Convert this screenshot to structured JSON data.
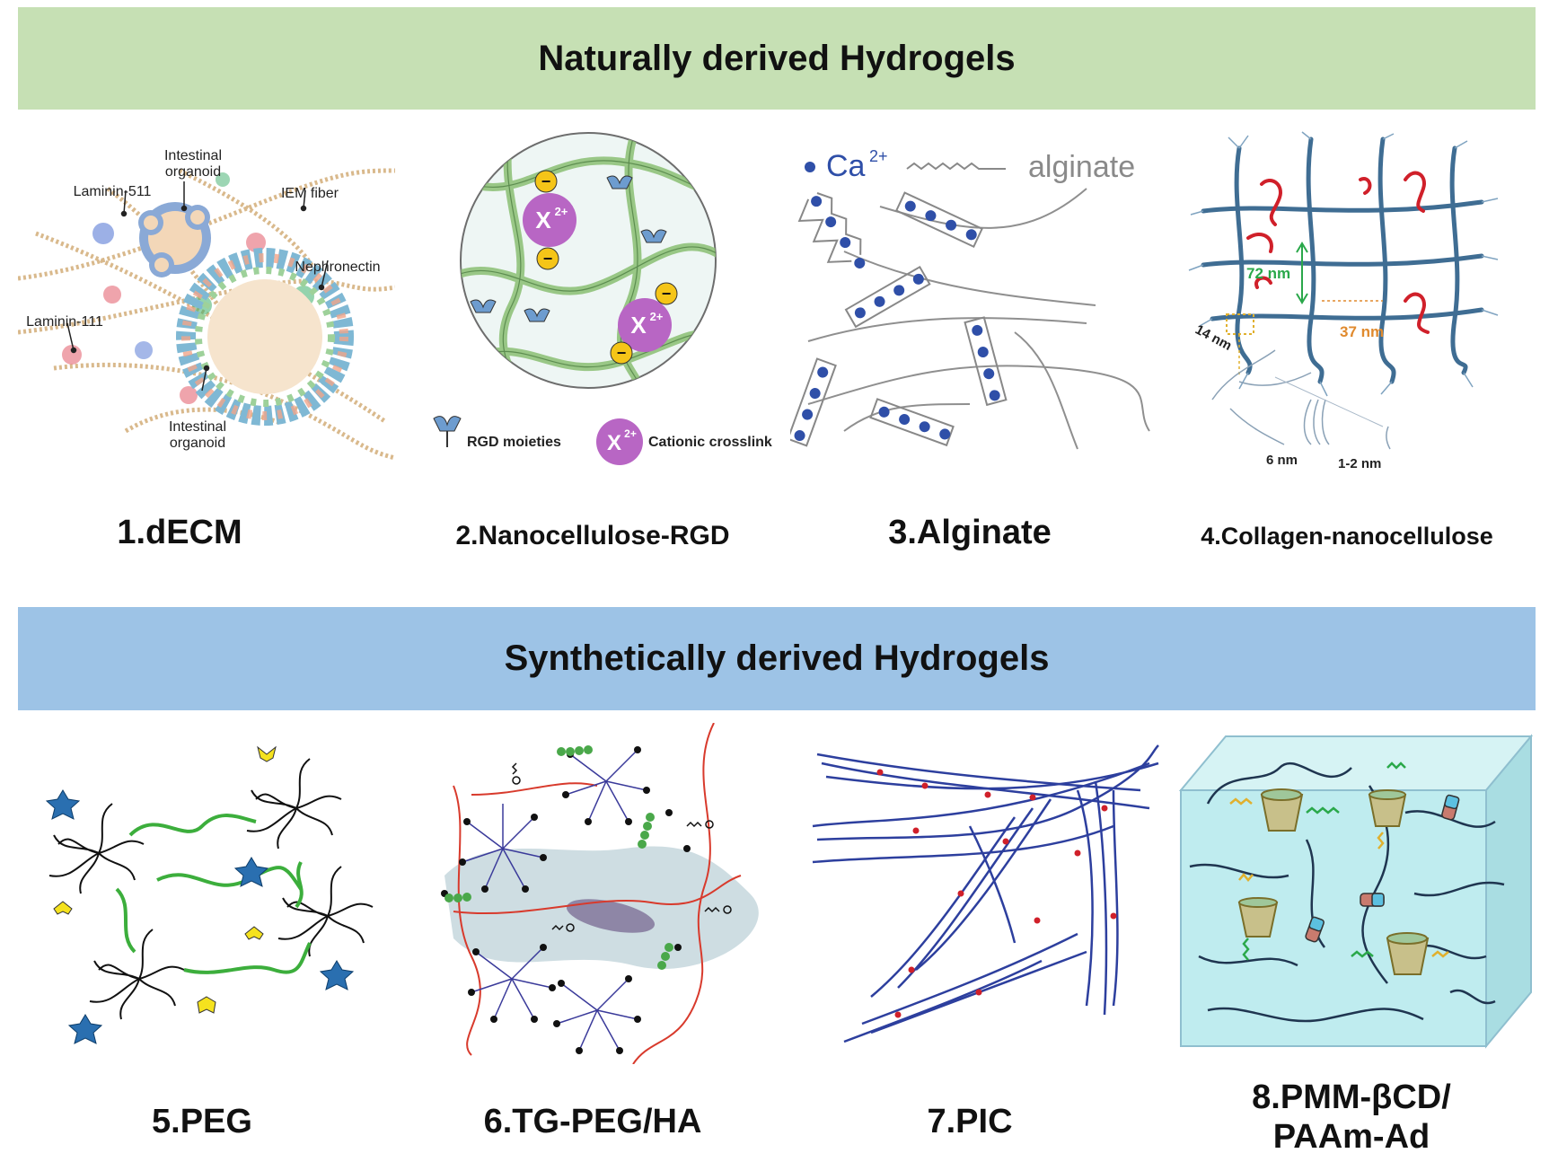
{
  "sections": {
    "natural_title": "Naturally derived Hydrogels",
    "synthetic_title": "Synthetically derived Hydrogels"
  },
  "panels": {
    "decm": {
      "caption": "1.dECM",
      "labels": {
        "intestinal_organoid_top": [
          "Intestinal",
          "organoid"
        ],
        "laminin_511": "Laminin-511",
        "iem_fiber": "IEM fiber",
        "nephronectin": "Nephronectin",
        "laminin_111": "Laminin-111",
        "intestinal_organoid_bottom": [
          "Intestinal",
          "organoid"
        ]
      }
    },
    "nanocellulose_rgd": {
      "caption": "2.Nanocellulose-RGD",
      "ion_label": "X",
      "ion_charge": "2+",
      "charge_symbol": "−",
      "legend_rgd": "RGD moieties",
      "legend_cation": "Cationic crosslink"
    },
    "alginate": {
      "caption": "3.Alginate",
      "legend_ion": "Ca",
      "legend_ion_charge": "2+",
      "legend_chain": "alginate"
    },
    "collagen_nanocellulose": {
      "caption": "4.Collagen-nanocellulose",
      "dim_72": "72 nm",
      "dim_37": "37 nm",
      "dim_14": "14 nm",
      "dim_6": "6 nm",
      "dim_1_2": "1-2 nm"
    },
    "peg": {
      "caption": "5.PEG"
    },
    "tg_peg_ha": {
      "caption": "6.TG-PEG/HA"
    },
    "pic": {
      "caption": "7.PIC"
    },
    "pmm_bcd": {
      "caption_line1": "8.PMM-βCD/",
      "caption_line2": "PAAm-Ad"
    }
  },
  "colors": {
    "natural_band": "#c6e0b4",
    "synthetic_band": "#9dc3e6",
    "cation_purple": "#b866c4",
    "charge_yellow": "#f5c518",
    "alginate_blue": "#2f4fa8",
    "collagen_blue": "#3f6d93",
    "collagen_red": "#d0202a",
    "peg_green": "#3cae3c",
    "tg_red": "#d83a2c",
    "pic_blue": "#2d3f9e",
    "cube_cyan": "#bfecef"
  }
}
